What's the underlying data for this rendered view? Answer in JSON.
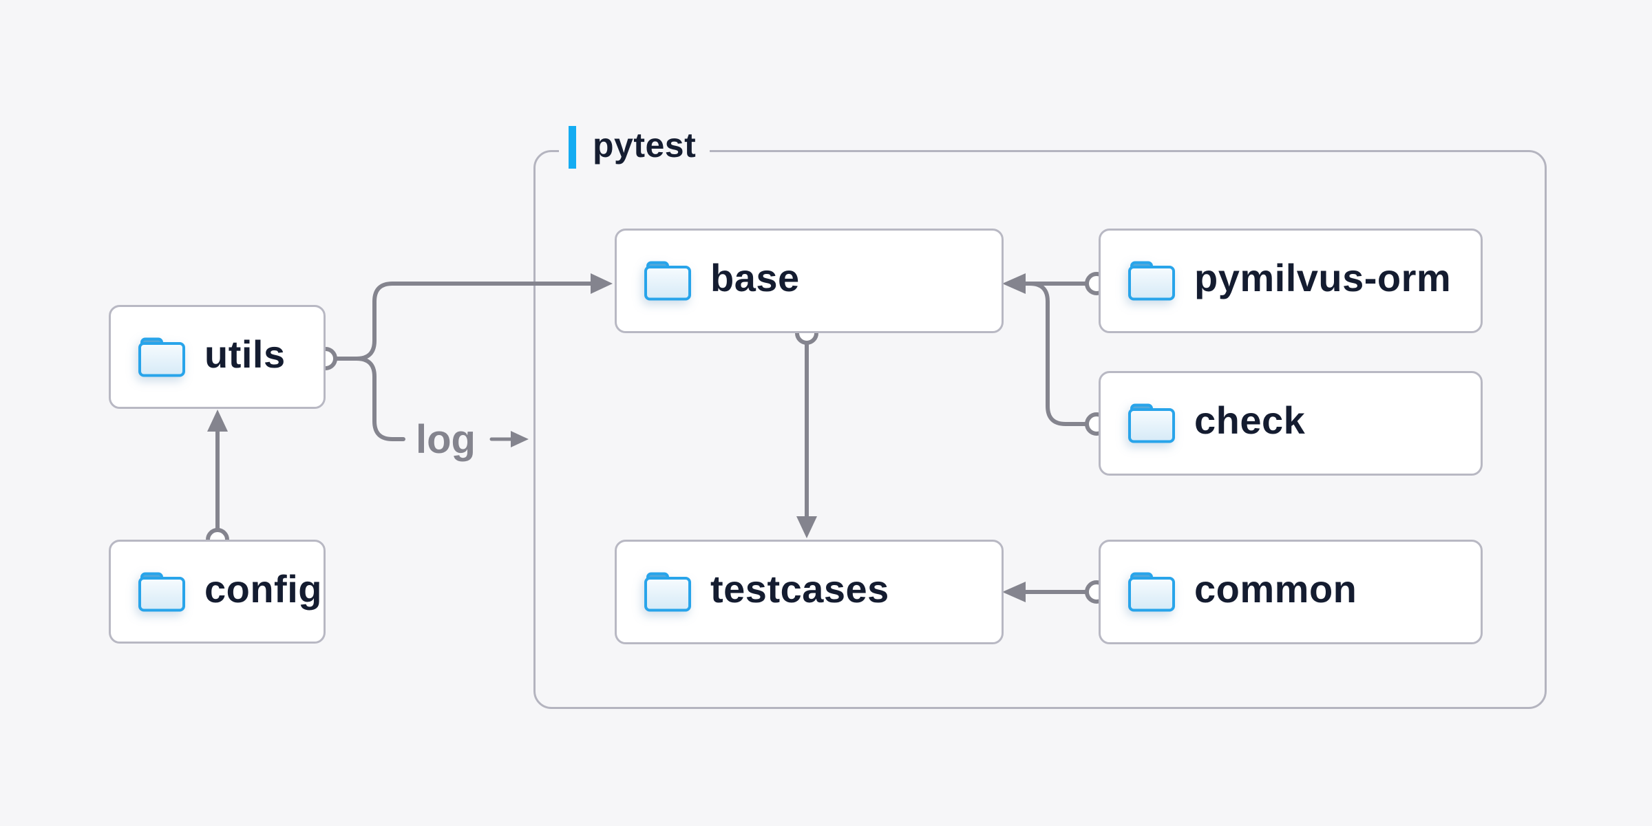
{
  "diagram": {
    "title_group": "pytest",
    "background_color": "#f6f6f8",
    "node_border_color": "#b8b8c3",
    "node_fill_color": "#ffffff",
    "text_color": "#141c30",
    "connector_color": "#84848e",
    "accent_bar_color": "#14acf2",
    "folder_icon_color": "#28a4ea"
  },
  "group": {
    "label": "pytest"
  },
  "nodes": [
    {
      "id": "utils",
      "label": "utils",
      "icon": "folder-icon",
      "inside_group": false
    },
    {
      "id": "config",
      "label": "config",
      "icon": "folder-icon",
      "inside_group": false
    },
    {
      "id": "base",
      "label": "base",
      "icon": "folder-icon",
      "inside_group": true
    },
    {
      "id": "pymilvus-orm",
      "label": "pymilvus-orm",
      "icon": "folder-icon",
      "inside_group": true
    },
    {
      "id": "check",
      "label": "check",
      "icon": "folder-icon",
      "inside_group": true
    },
    {
      "id": "testcases",
      "label": "testcases",
      "icon": "folder-icon",
      "inside_group": true
    },
    {
      "id": "common",
      "label": "common",
      "icon": "folder-icon",
      "inside_group": true
    }
  ],
  "edges": [
    {
      "from": "config",
      "to": "utils",
      "label": ""
    },
    {
      "from": "utils",
      "to": "base",
      "label": ""
    },
    {
      "from": "utils",
      "to": "pytest",
      "label": "log"
    },
    {
      "from": "base",
      "to": "testcases",
      "label": ""
    },
    {
      "from": "pymilvus-orm",
      "to": "base",
      "label": ""
    },
    {
      "from": "check",
      "to": "base",
      "label": ""
    },
    {
      "from": "common",
      "to": "testcases",
      "label": ""
    }
  ]
}
